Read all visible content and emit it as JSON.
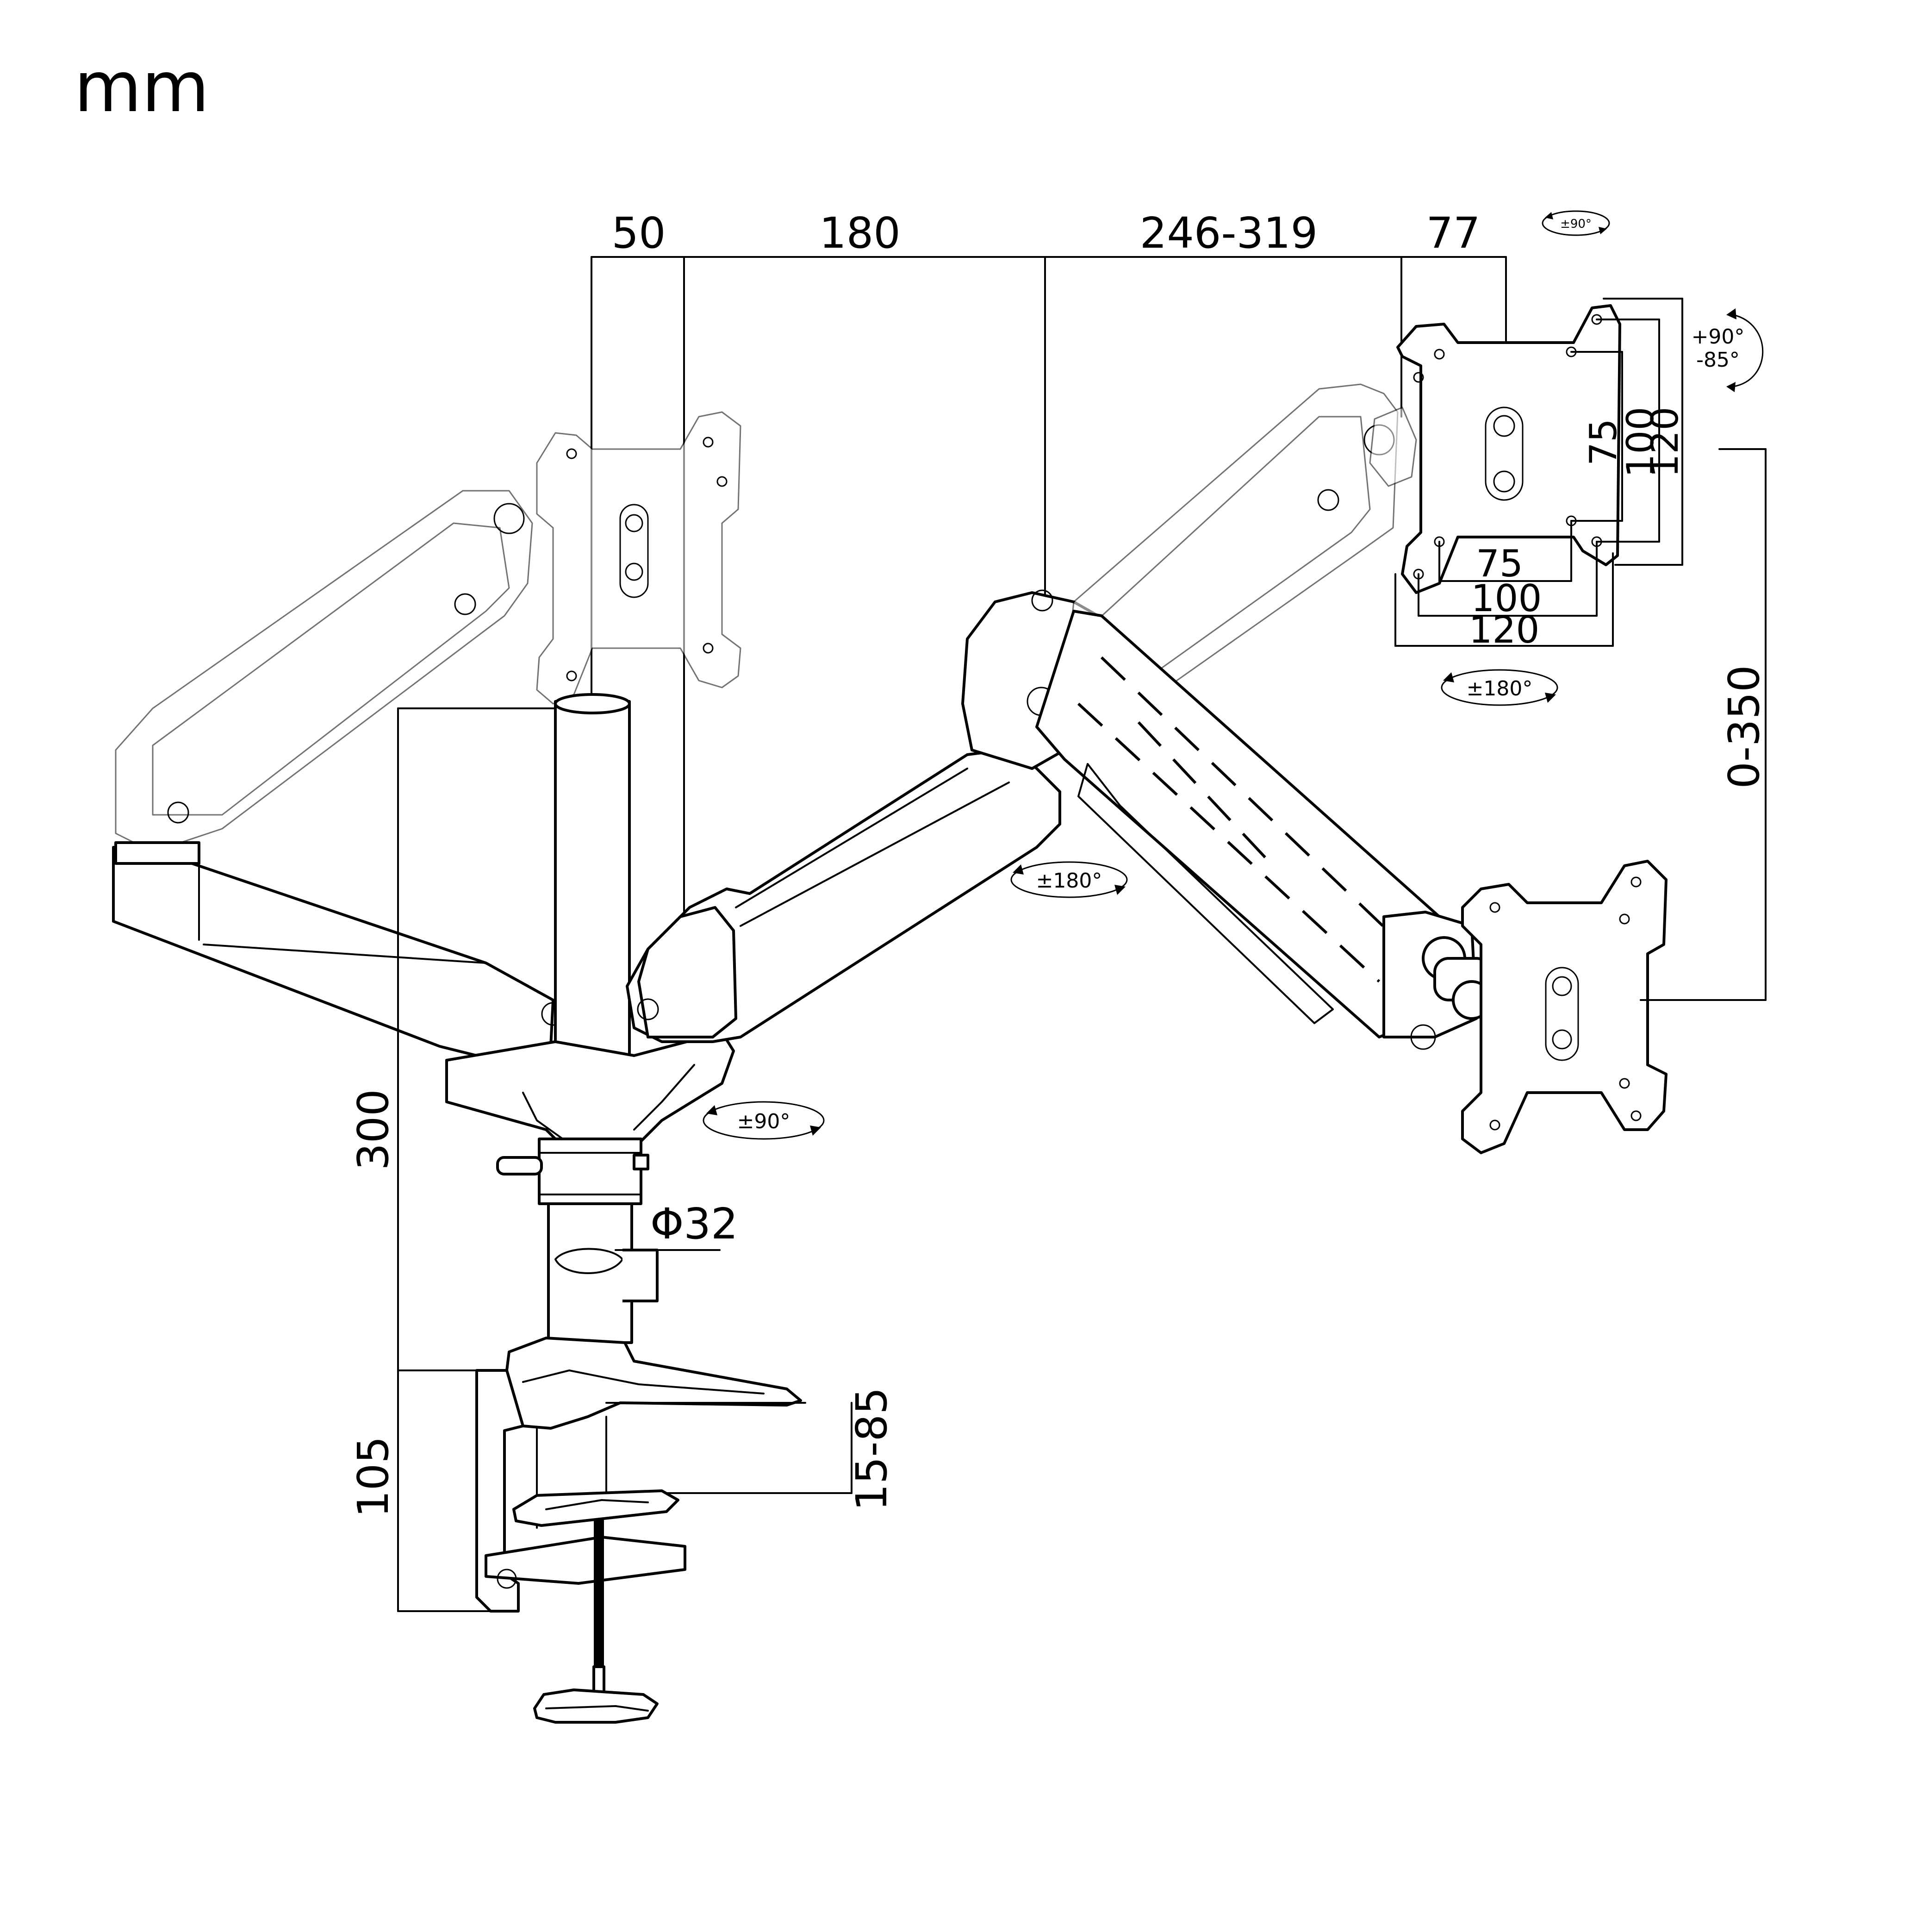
{
  "unit_label": "mm",
  "dimensions": {
    "top_50": "50",
    "top_180": "180",
    "top_246_319": "246-319",
    "top_77": "77",
    "height_300": "300",
    "height_105": "105",
    "clamp_15_85": "15-85",
    "pole_diameter": "Φ32",
    "vertical_0_350": "0-350",
    "vesa_75_h": "75",
    "vesa_100_h": "100",
    "vesa_120_h": "120",
    "vesa_75_v": "75",
    "vesa_100_v": "100",
    "vesa_120_v": "120"
  },
  "rotations": {
    "top_tilt": "±90°",
    "tilt_up": "+90°",
    "tilt_down": "-85°",
    "plate_swivel": "±180°",
    "elbow_swivel": "±180°",
    "base_swivel": "±90°"
  },
  "icons": [
    "rotation-arrow-icon",
    "tilt-arrow-icon",
    "vesa-plate-icon",
    "desk-clamp-icon"
  ]
}
